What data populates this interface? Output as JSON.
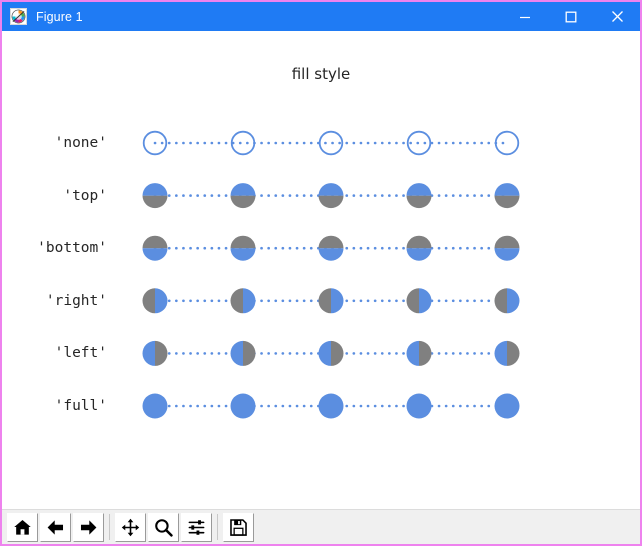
{
  "window": {
    "title": "Figure 1",
    "icon": "matplotlib-logo-icon",
    "border_color": "#ee82ee",
    "titlebar_color": "#1f7bf4",
    "controls": [
      {
        "name": "minimize-button",
        "glyph": "minimize-icon",
        "label": "Minimize"
      },
      {
        "name": "maximize-button",
        "glyph": "maximize-icon",
        "label": "Maximize"
      },
      {
        "name": "close-button",
        "glyph": "close-icon",
        "label": "Close"
      }
    ]
  },
  "chart_data": {
    "type": "scatter",
    "title": "fill style",
    "xlabel": "",
    "ylabel": "",
    "grid": false,
    "legend": null,
    "marker_color": "#5b8ee0",
    "marker_alt_color": "#808080",
    "line_color": "#5b8ee0",
    "line_style": "dotted",
    "marker": "circle",
    "x": [
      0,
      1,
      2,
      3,
      4
    ],
    "xlim": [
      -0.5,
      4.5
    ],
    "ylim": [
      -0.5,
      5.5
    ],
    "categories": [
      "'none'",
      "'top'",
      "'bottom'",
      "'right'",
      "'left'",
      "'full'"
    ],
    "series": [
      {
        "name": "'none'",
        "fillstyle": "none",
        "values": [
          5,
          5,
          5,
          5,
          5
        ]
      },
      {
        "name": "'top'",
        "fillstyle": "top",
        "values": [
          4,
          4,
          4,
          4,
          4
        ]
      },
      {
        "name": "'bottom'",
        "fillstyle": "bottom",
        "values": [
          3,
          3,
          3,
          3,
          3
        ]
      },
      {
        "name": "'right'",
        "fillstyle": "right",
        "values": [
          2,
          2,
          2,
          2,
          2
        ]
      },
      {
        "name": "'left'",
        "fillstyle": "left",
        "values": [
          1,
          1,
          1,
          1,
          1
        ]
      },
      {
        "name": "'full'",
        "fillstyle": "full",
        "values": [
          0,
          0,
          0,
          0,
          0
        ]
      }
    ]
  },
  "toolbar": {
    "buttons": [
      {
        "name": "home-button",
        "icon": "home-icon",
        "label": "Reset original view"
      },
      {
        "name": "back-button",
        "icon": "arrow-left-icon",
        "label": "Back to previous view"
      },
      {
        "name": "forward-button",
        "icon": "arrow-right-icon",
        "label": "Forward to next view"
      },
      {
        "name": "pan-button",
        "icon": "pan-move-icon",
        "label": "Pan axes with left mouse, zoom with right"
      },
      {
        "name": "zoom-button",
        "icon": "magnifier-icon",
        "label": "Zoom to rectangle"
      },
      {
        "name": "subplots-button",
        "icon": "sliders-icon",
        "label": "Configure subplots"
      },
      {
        "name": "save-button",
        "icon": "floppy-disk-icon",
        "label": "Save the figure"
      }
    ]
  }
}
